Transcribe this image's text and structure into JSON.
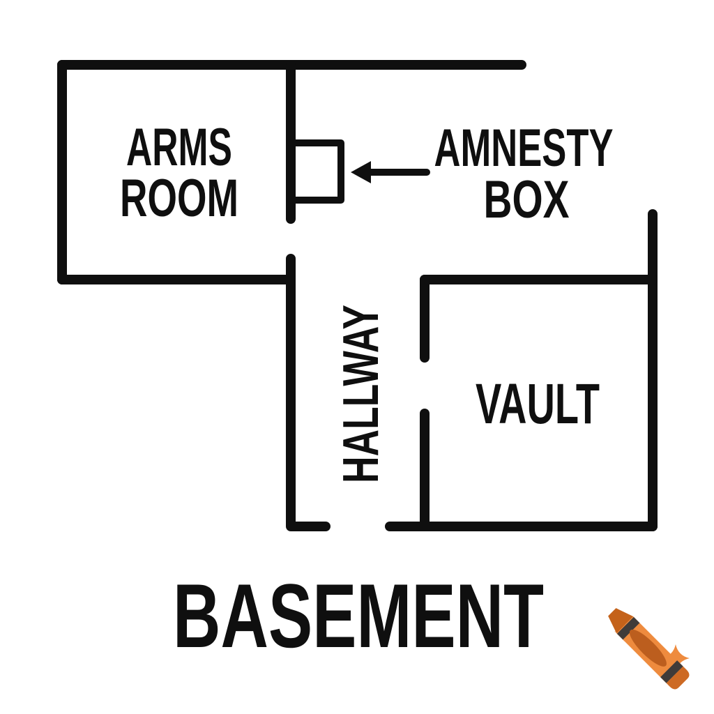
{
  "title": {
    "text": "BASEMENT"
  },
  "rooms": {
    "arms_room": {
      "line1": "ARMS",
      "line2": "ROOM"
    },
    "hallway": {
      "label": "HALLWAY"
    },
    "vault": {
      "label": "VAULT"
    }
  },
  "callout": {
    "amnesty_box": {
      "line1": "AMNESTY",
      "line2": "BOX"
    }
  },
  "icons": {
    "crayon": "crayon-icon",
    "sparkles": "sparkle-icon"
  },
  "colors": {
    "wall": "#0f0f0f",
    "text": "#0f0f0f",
    "background": "#ffffff",
    "crayon_body": "#EE8B3E",
    "crayon_label": "#BC5E1E",
    "crayon_band": "#3F3B39",
    "crayon_tip": "#C4621A",
    "crayon_cap": "#CD6A24",
    "sparkle": "#EE8B3E"
  }
}
